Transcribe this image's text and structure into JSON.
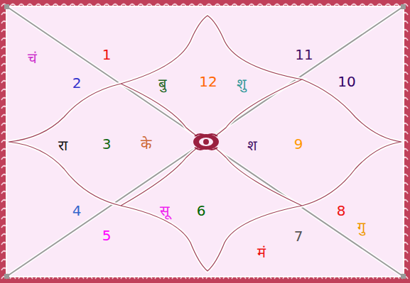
{
  "diagram": {
    "labels": [
      "चं",
      "1",
      "2",
      "बु",
      "12",
      "शु",
      "11",
      "10",
      "रा",
      "3",
      "के",
      "श",
      "9",
      "4",
      "सू",
      "6",
      "8",
      "गु",
      "5",
      "7",
      "मं"
    ]
  }
}
